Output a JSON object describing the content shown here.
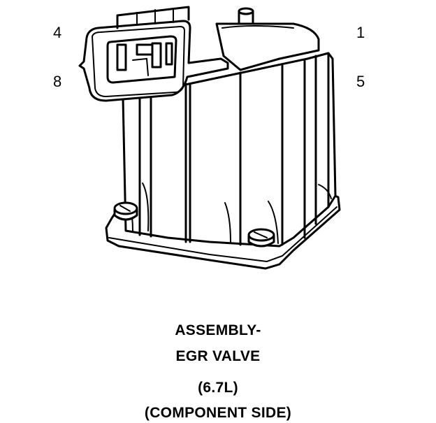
{
  "pins": {
    "pin_4": "4",
    "pin_1": "1",
    "pin_8": "8",
    "pin_5": "5"
  },
  "caption": {
    "line1": "ASSEMBLY-",
    "line2": "EGR VALVE",
    "line3": "(6.7L)",
    "line4": "(COMPONENT SIDE)"
  }
}
